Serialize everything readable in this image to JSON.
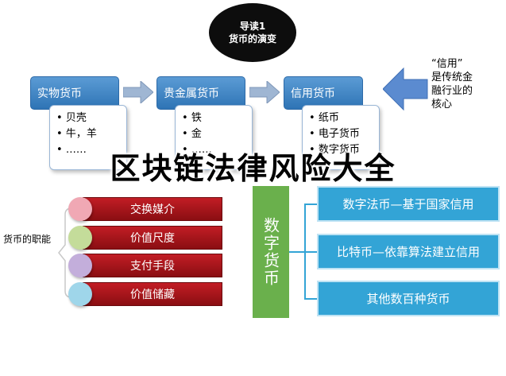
{
  "oval": {
    "text": "导读1\n货币的演变"
  },
  "evolution": [
    {
      "title": "实物货币",
      "items": [
        "贝壳",
        "牛，羊",
        "……"
      ]
    },
    {
      "title": "贵金属货币",
      "items": [
        "铁",
        "金",
        "……"
      ]
    },
    {
      "title": "信用货币",
      "items": [
        "纸币",
        "电子货币",
        "数字货币"
      ]
    }
  ],
  "note": "“信用”\n是传统金\n融行业的\n核心",
  "banner": "区块链法律风险大全",
  "functions": {
    "label": "货币的职能",
    "items": [
      {
        "text": "交换媒介",
        "circle": "#f0a8b4"
      },
      {
        "text": "价值尺度",
        "circle": "#c4dc9a"
      },
      {
        "text": "支付手段",
        "circle": "#c3aedb"
      },
      {
        "text": "价值储藏",
        "circle": "#9fd6ea"
      }
    ]
  },
  "digital": {
    "title": "数字货币",
    "items": [
      "数字法币—基于国家信用",
      "比特币—依靠算法建立信用",
      "其他数百种货币"
    ]
  },
  "colors": {
    "blue": "#2e74b5",
    "red": "#a3161c",
    "green": "#6ab04c",
    "cyan": "#33a4d6"
  }
}
